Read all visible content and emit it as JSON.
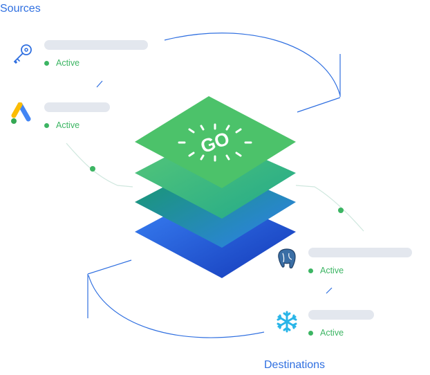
{
  "sources": {
    "heading": "Sources",
    "items": [
      {
        "icon": "key-icon",
        "status": "Active"
      },
      {
        "icon": "google-ads-icon",
        "status": "Active"
      }
    ]
  },
  "destinations": {
    "heading": "Destinations",
    "items": [
      {
        "icon": "postgresql-icon",
        "status": "Active"
      },
      {
        "icon": "snowflake-icon",
        "status": "Active"
      }
    ]
  },
  "hub": {
    "logo_text": "GO"
  },
  "colors": {
    "accent": "#2f6fe0",
    "status_green": "#3cb563",
    "placeholder_bar": "#e3e7ee",
    "layer_top": "#4cc26a",
    "layer_bottom": "#1f4fd0"
  }
}
